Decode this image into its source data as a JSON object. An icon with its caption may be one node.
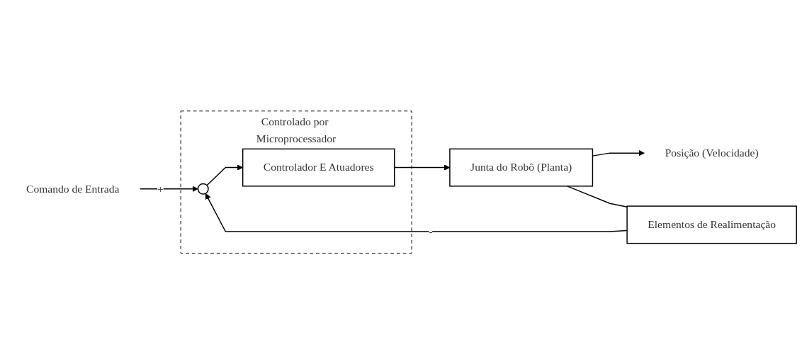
{
  "diagram": {
    "nodes": [
      {
        "text": [
          "Controlado por Microprocessador"
        ]
      },
      {
        "text": [],
        "shape": "circle",
        "in": 0
      },
      {
        "text": [
          "Controlador E Atuadores"
        ],
        "in": 0
      },
      {
        "text": [
          "Junta do Robô (Planta)"
        ]
      },
      {
        "text": [
          "Elementos de Realimentação"
        ]
      },
      {
        "text": [
          "Comando de Entrada"
        ]
      },
      {
        "text": [
          "Posição (Velocidade)"
        ]
      }
    ],
    "edges": [
      {
        "from": 5,
        "to": 1,
        "arrow": "to",
        "label": "+"
      },
      {
        "from": 1,
        "to": 2,
        "arrow": "to"
      },
      {
        "from": 2,
        "to": 3,
        "arrow": "to"
      },
      {
        "from": 3,
        "to": 6,
        "arrow": "to"
      },
      {
        "from": 3,
        "to": 4,
        "arrow": "none"
      },
      {
        "from": 4,
        "to": 1,
        "arrow": "to",
        "label": "-"
      }
    ]
  }
}
